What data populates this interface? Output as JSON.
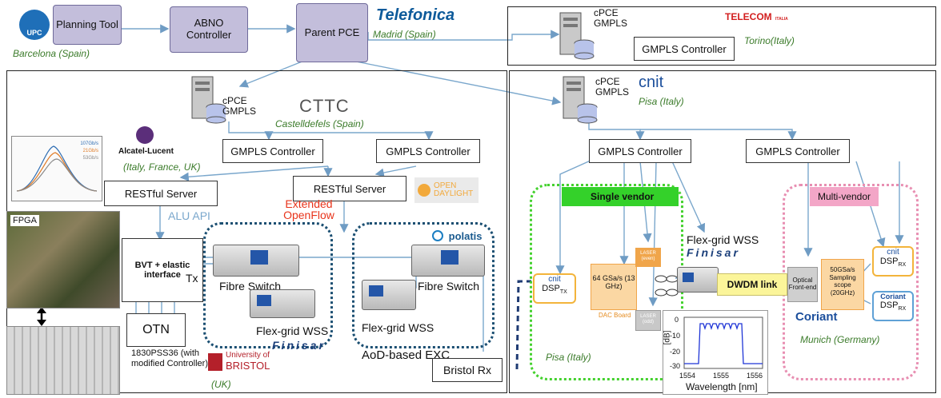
{
  "top": {
    "planning_tool": "Planning Tool",
    "abno": "ABNO Controller",
    "parent_pce": "Parent PCE",
    "telefonica": "Telefonica",
    "madrid": "Madrid (Spain)",
    "barcelona": "Barcelona (Spain)",
    "upc": "UPC"
  },
  "torino_panel": {
    "cpce": "cPCE GMPLS",
    "telecom": "TELECOM",
    "telecom_sub": "ITALIA",
    "ctrl": "GMPLS Controller",
    "loc": "Torino(Italy)"
  },
  "cttc_panel": {
    "cpce": "cPCE GMPLS",
    "cttc": "CTTC",
    "loc": "Castelldefels (Spain)",
    "ctrl_a": "GMPLS Controller",
    "ctrl_b": "GMPLS Controller",
    "alcatel": "Alcatel-Lucent",
    "alcatel_loc": "(Italy, France, UK)",
    "restful_a": "RESTful Server",
    "restful_b": "RESTful Server",
    "opendaylight": "OPEN DAYLIGHT",
    "alu_api": "ALU API",
    "ext_openflow": "Extended OpenFlow",
    "polatis": "polatis",
    "fpga": "FPGA",
    "bvt": "BVT + elastic interface",
    "tx": "Tx",
    "fibre_switch_a": "Fibre Switch",
    "fibre_switch_b": "Fibre Switch",
    "flexgrid_a": "Flex-grid WSS",
    "flexgrid_b": "Flex-grid WSS",
    "finisar": "Finisar",
    "otn": "OTN",
    "pss": "1830PSS36 (with modified Controller)",
    "bristol_logo_a": "University of",
    "bristol_logo_b": "BRISTOL",
    "uk": "(UK)",
    "aod": "AoD-based EXC",
    "bristol_rx": "Bristol Rx",
    "spectrum_legend": [
      "107Gb/s",
      "21Gb/s",
      "53Gb/s"
    ]
  },
  "pisa_panel": {
    "cpce": "cPCE GMPLS",
    "cnit": "cnit",
    "loc": "Pisa (Italy)",
    "ctrl_a": "GMPLS Controller",
    "ctrl_b": "GMPLS Controller",
    "single_vendor": "Single vendor",
    "multi_vendor": "Multi-vendor",
    "flexgrid": "Flex-grid WSS",
    "finisar": "Finisar",
    "dsp_tx": "DSP",
    "dsp_tx_sub": "TX",
    "adc": "64 GSa/s (13 GHz)",
    "dac_board": "DAC Board",
    "laser_even": "LASER (even)",
    "laser_odd": "LASER (odd)",
    "dwdm": "DWDM link",
    "optical_frontend": "Optical Front-end",
    "scope": "50GSa/s Sampling scope (20GHz)",
    "dsp_rx1": "DSP",
    "dsp_rx2": "DSP",
    "dsp_rx_sub": "RX",
    "coriant_small": "Coriant",
    "coriant": "Coriant",
    "pisa_loc": "Pisa (Italy)",
    "munich": "Munich (Germany)"
  },
  "spectrum_plot": {
    "ylabel": "[dB]",
    "xlabel": "Wavelength [nm]",
    "yticks": [
      "0",
      "-10",
      "-20",
      "-30"
    ],
    "xticks": [
      "1554",
      "1555",
      "1556"
    ]
  },
  "colors": {
    "node_fill": "#c3bedb",
    "link": "#7aa7cc",
    "location": "#3b7b2a",
    "single_vendor_border": "#44d12e",
    "multi_vendor_border": "#e88fb2",
    "single_vendor_fill": "#34d12a",
    "multi_vendor_fill": "#f3a6c7",
    "ext_openflow": "#e8341b",
    "alu_api": "#7aa7cc"
  }
}
